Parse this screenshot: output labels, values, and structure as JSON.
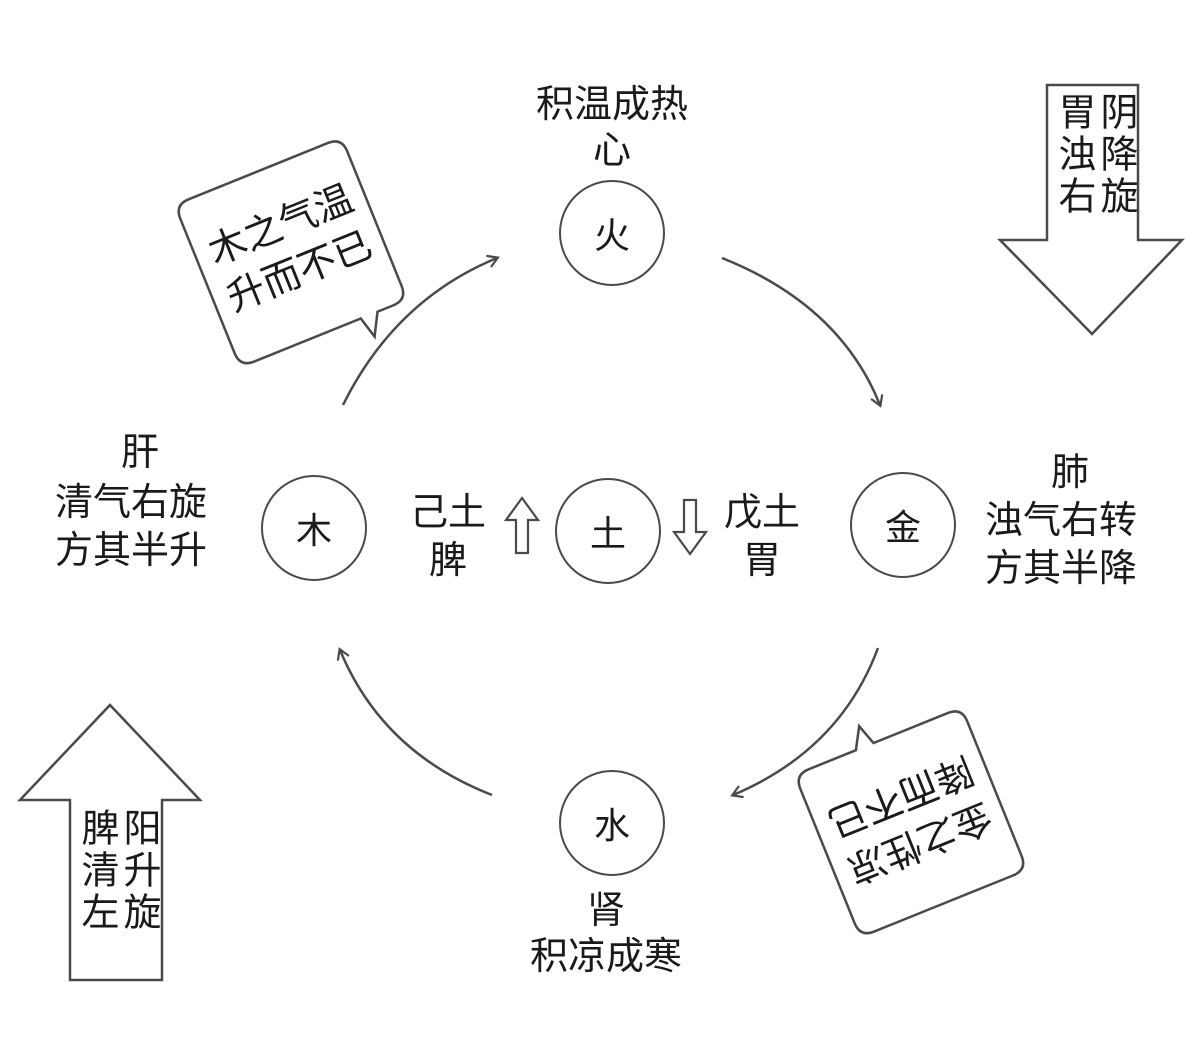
{
  "colors": {
    "line": "#4a4a4a",
    "text": "#1a1a1a",
    "background": "#ffffff"
  },
  "nodes": {
    "fire": "火",
    "wood": "木",
    "earth": "土",
    "metal": "金",
    "water": "水"
  },
  "labels": {
    "fire_top_1": "积温成热",
    "fire_top_2": "心",
    "water_bottom_1": "肾",
    "water_bottom_2": "积凉成寒",
    "wood_1": "肝",
    "wood_2": "清气右旋",
    "wood_3": "方其半升",
    "metal_1": "肺",
    "metal_2": "浊气右转",
    "metal_3": "方其半降",
    "ji_tu_1": "己土",
    "ji_tu_2": "脾",
    "wu_tu_1": "戊土",
    "wu_tu_2": "胃"
  },
  "callouts": {
    "wood_rise_line1": "木之气温",
    "wood_rise_line2": "升而不已",
    "metal_fall_line1": "金之性凉",
    "metal_fall_line2": "降而不已"
  },
  "big_arrows": {
    "down_col1": "胃浊右",
    "down_col2": "阴降旋",
    "up_col1": "脾清左",
    "up_col2": "阳升旋"
  }
}
